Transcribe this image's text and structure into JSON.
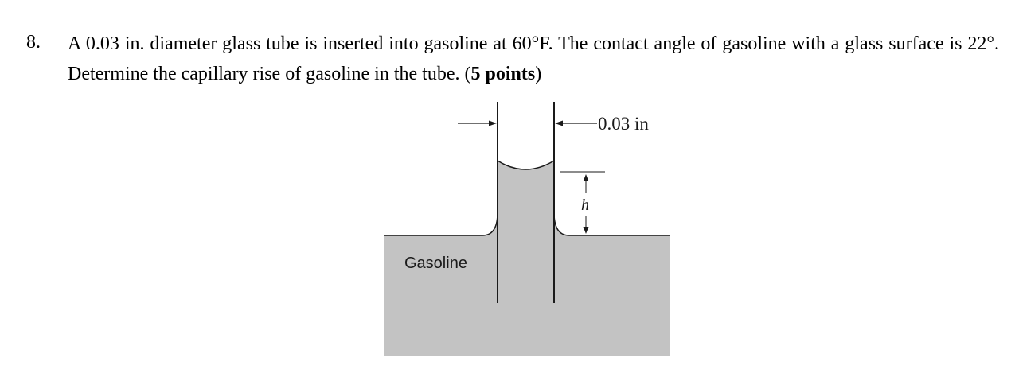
{
  "problem": {
    "number": "8.",
    "text": "A 0.03 in. diameter glass tube is inserted into gasoline at 60°F. The contact angle of gasoline with a glass surface is 22°. Determine the capillary rise of gasoline in the tube. (",
    "points": "5 points",
    "close": ")"
  },
  "figure": {
    "diameter_label": "0.03 in",
    "height_label": "h",
    "fluid_label": "Gasoline",
    "colors": {
      "fluid": "#c3c3c3",
      "line": "#1a1a1a"
    }
  }
}
